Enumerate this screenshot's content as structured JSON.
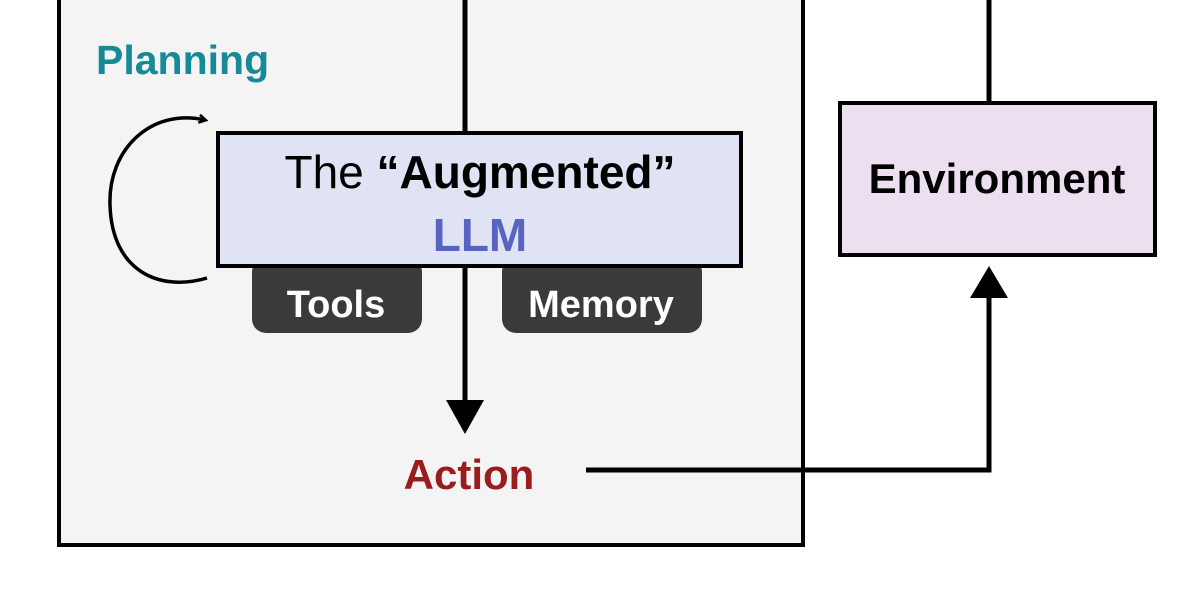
{
  "agent_box": {
    "planning_label": "Planning",
    "planning_color": "#168a97",
    "background": "#f4f4f4"
  },
  "llm_box": {
    "title_prefix": "The ",
    "title_emphasis": "“Augmented”",
    "subtitle": "LLM",
    "subtitle_color": "#5864c0",
    "background": "#dfe3f3"
  },
  "tools": {
    "label": "Tools",
    "background": "#3a3a3a"
  },
  "memory": {
    "label": "Memory",
    "background": "#3a3a3a"
  },
  "action": {
    "label": "Action",
    "color": "#9b1c1c"
  },
  "environment": {
    "label": "Environment",
    "background": "#ecdff0"
  }
}
